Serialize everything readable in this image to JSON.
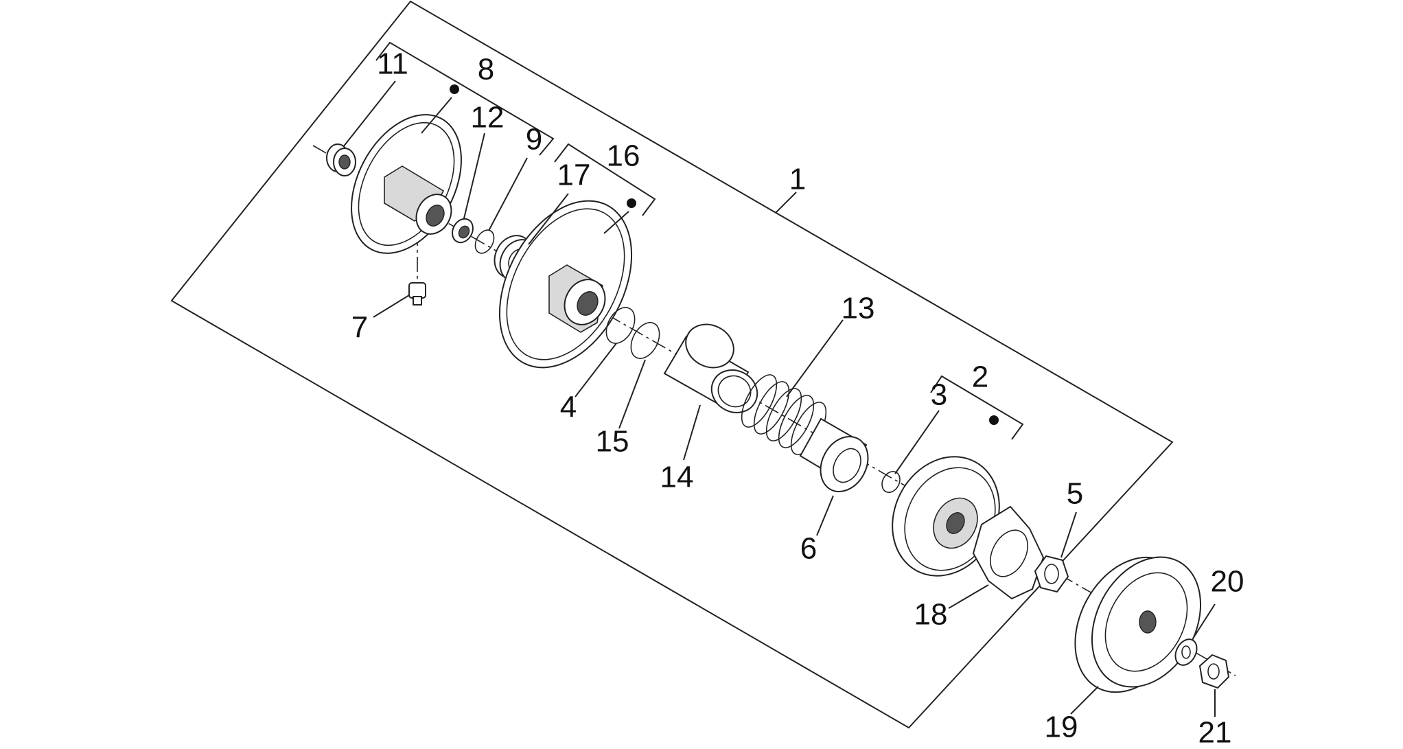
{
  "diagram": {
    "type": "exploded-parts-diagram",
    "part_labels": [
      "1",
      "2",
      "3",
      "4",
      "5",
      "6",
      "7",
      "8",
      "9",
      "11",
      "12",
      "13",
      "14",
      "15",
      "16",
      "17",
      "18",
      "19",
      "20",
      "21"
    ]
  }
}
